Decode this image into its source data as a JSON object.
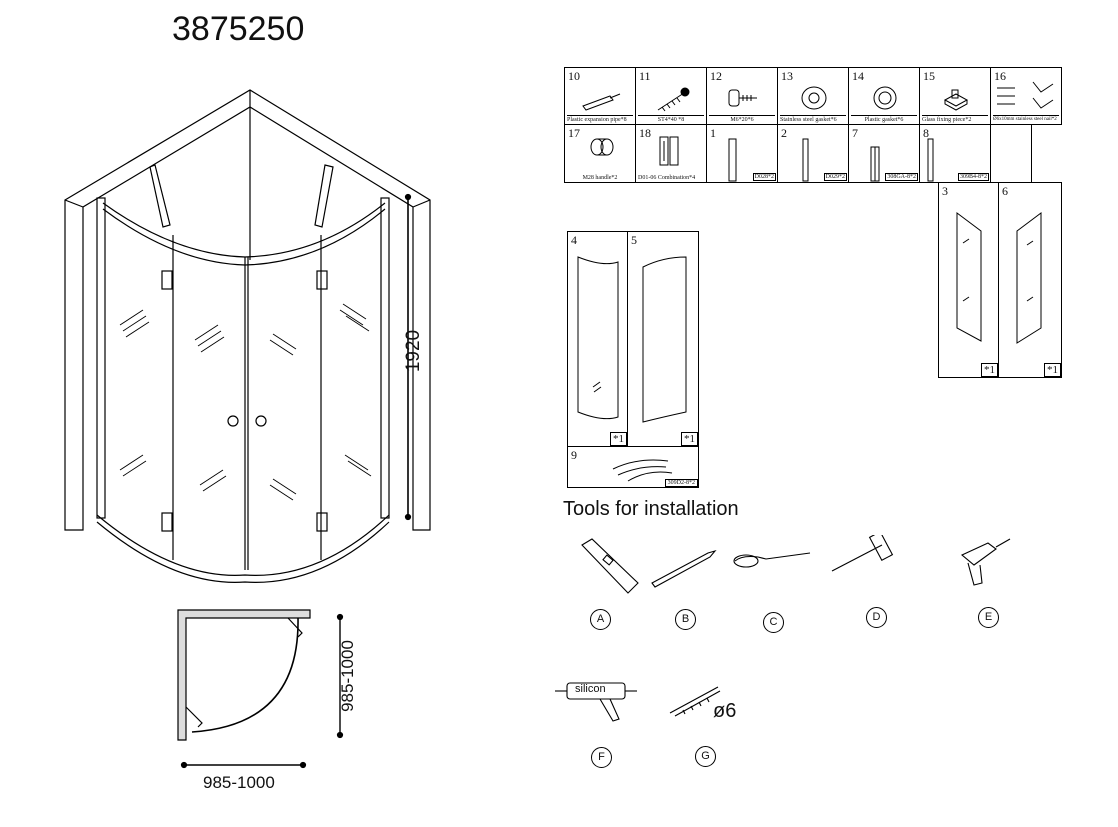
{
  "product_code": "3875250",
  "dimensions": {
    "height": "1920",
    "width_side": "985-1000",
    "width_bottom": "985-1000"
  },
  "parts_row1": [
    {
      "num": "10",
      "caption": "Plastic expansion pipe*8"
    },
    {
      "num": "11",
      "caption": "ST4*40  *8"
    },
    {
      "num": "12",
      "caption": "M6*20*6"
    },
    {
      "num": "13",
      "caption": "Stainless steel gasket*6"
    },
    {
      "num": "14",
      "caption": "Plastic gasket*6"
    },
    {
      "num": "15",
      "caption": "Glass fixing piece*2"
    },
    {
      "num": "16",
      "caption": "Ø6x10mm stainless steel nail*2"
    }
  ],
  "parts_row2": [
    {
      "num": "17",
      "caption": "M28 handle*2"
    },
    {
      "num": "18",
      "caption": "D01-06 Combination*4"
    },
    {
      "num": "1",
      "tag": "D028*2"
    },
    {
      "num": "2",
      "tag": "D029*2"
    },
    {
      "num": "7",
      "tag": "308GA-8*2"
    },
    {
      "num": "8",
      "tag": "309B4-8*2"
    }
  ],
  "panels": {
    "p4": {
      "num": "4",
      "qty": "*1"
    },
    "p5": {
      "num": "5",
      "qty": "*1"
    },
    "p9": {
      "num": "9",
      "tag": "309D2-8*2"
    },
    "p3": {
      "num": "3",
      "qty": "*1"
    },
    "p6": {
      "num": "6",
      "qty": "*1"
    }
  },
  "tools_title": "Tools for installation",
  "tools": {
    "A": "A",
    "B": "B",
    "C": "C",
    "D": "D",
    "E": "E",
    "F": "F",
    "G": "G",
    "silicon_label": "silicon",
    "drill_size": "ø6"
  }
}
